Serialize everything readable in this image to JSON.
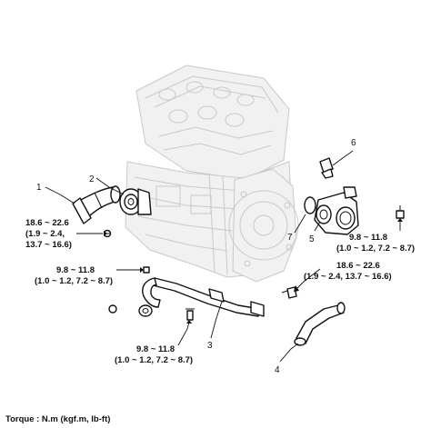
{
  "callouts": [
    "1",
    "2",
    "3",
    "4",
    "5",
    "6",
    "7"
  ],
  "torque_specs": {
    "hose_fitting_nm": "18.6 ~ 22.6",
    "hose_fitting_kgf_a": "(1.9 ~ 2.4,",
    "hose_fitting_lbft_a": "13.7 ~ 16.6)",
    "pipe_bolt_nm": "9.8 ~ 11.8",
    "pipe_bolt_kgf": "(1.0 ~ 1.2, 7.2 ~ 8.7)",
    "pipe_lower_nm": "9.8 ~ 11.8",
    "pipe_lower_kgf": "(1.0 ~ 1.2, 7.2 ~ 8.7)",
    "housing_nm": "18.6 ~ 22.6",
    "housing_kgf": "(1.9 ~ 2.4, 13.7 ~ 16.6)",
    "sensor_nm": "9.8 ~ 11.8",
    "sensor_kgf": "(1.0 ~ 1.2, 7.2 ~ 8.7)"
  },
  "legend": "Torque : N.m (kgf.m, lb-ft)"
}
